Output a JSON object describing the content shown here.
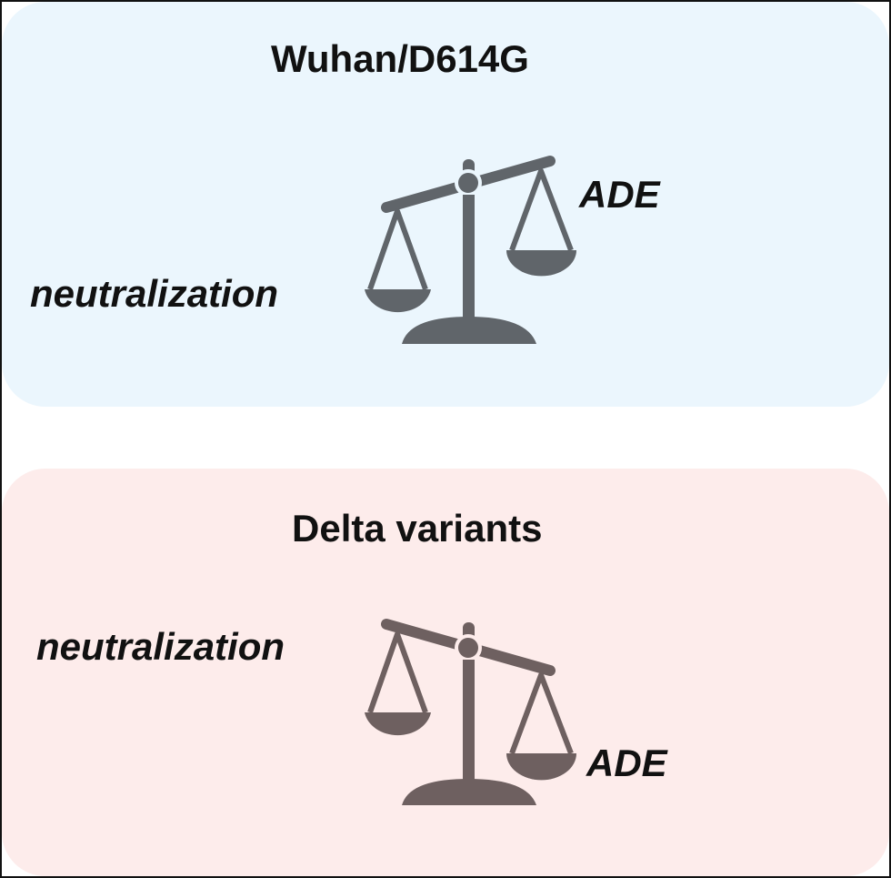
{
  "panels": [
    {
      "title": "Wuhan/D614G",
      "left_label": "neutralization",
      "right_label": "ADE",
      "scale_color": "#60656a",
      "background": "#ebf6fd"
    },
    {
      "title": "Delta variants",
      "left_label": "neutralization",
      "right_label": "ADE",
      "scale_color": "#6e6060",
      "background": "#fdeceb"
    }
  ]
}
